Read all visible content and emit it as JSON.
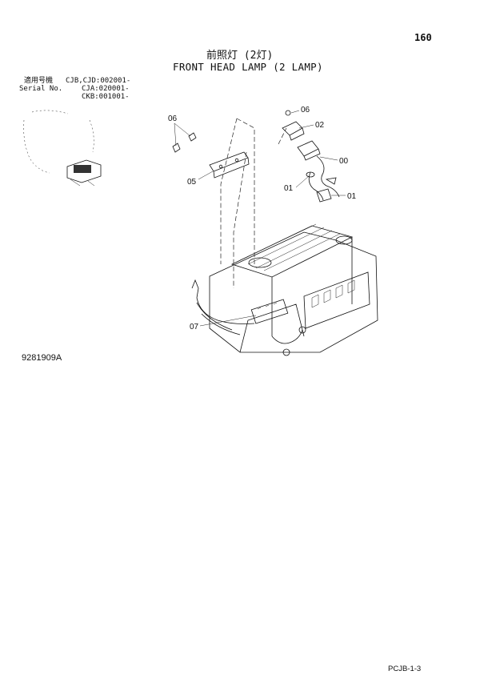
{
  "page_number": "160",
  "title": {
    "japanese": "前照灯 (2灯)",
    "english": "FRONT HEAD LAMP (2 LAMP)"
  },
  "serial": {
    "label_ja": "適用号機",
    "label_en": "Serial No.",
    "values": [
      "CJB,CJD:002001-",
      "CJA:020001-",
      "CKB:001001-"
    ]
  },
  "callouts": {
    "c06_top": "06",
    "c02": "02",
    "c00": "00",
    "c01_left": "01",
    "c01_right": "01",
    "c06_left": "06",
    "c05": "05",
    "c07": "07"
  },
  "drawing_number": "9281909A",
  "page_code": "PCJB-1-3"
}
